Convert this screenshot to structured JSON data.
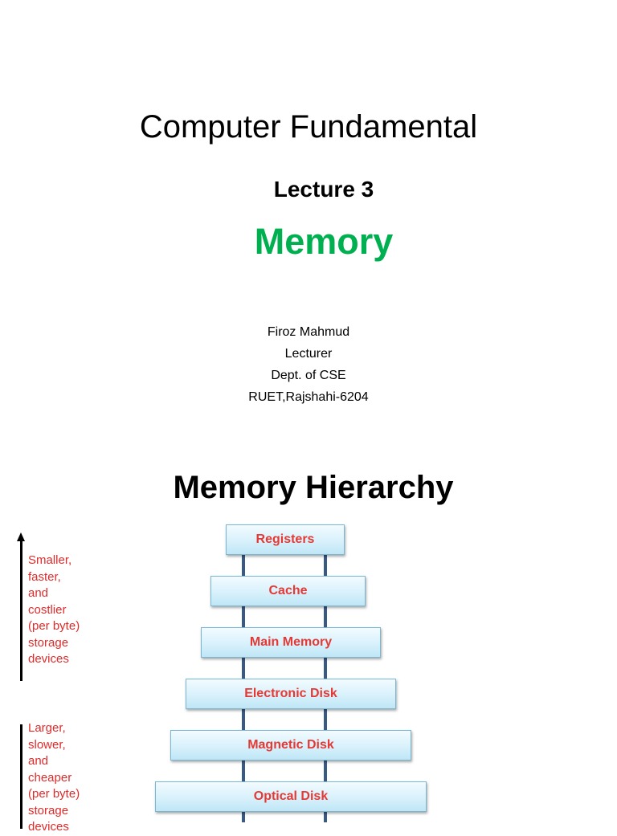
{
  "slide1": {
    "title": "Computer Fundamental",
    "lecture": "Lecture 3",
    "topic": "Memory",
    "topic_color": "#00b050",
    "author": {
      "name": "Firoz Mahmud",
      "position": "Lecturer",
      "department": "Dept. of CSE",
      "institution": "RUET,Rajshahi-6204"
    }
  },
  "slide2": {
    "title": "Memory Hierarchy",
    "top_label": [
      "Smaller,",
      "faster,",
      "and",
      "costlier",
      "(per byte)",
      "storage",
      "devices"
    ],
    "bottom_label": [
      "Larger,",
      "slower,",
      "and",
      "cheaper",
      "(per byte)",
      "storage",
      "devices"
    ],
    "label_color": "#e02b2b",
    "levels": [
      "Registers",
      "Cache",
      "Main Memory",
      "Electronic Disk",
      "Magnetic Disk",
      "Optical Disk"
    ],
    "level_text_color": "#e53935",
    "level_fill_color": "#d8f1fb",
    "rail_color": "#3a5a86"
  }
}
